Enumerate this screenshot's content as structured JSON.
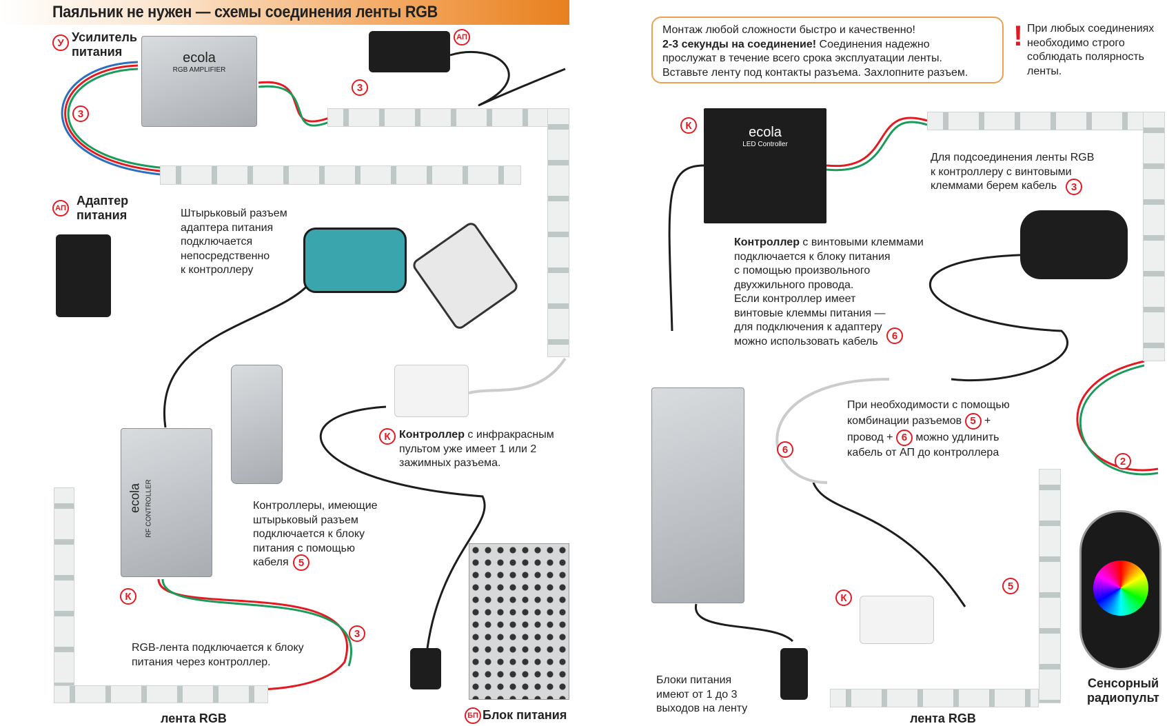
{
  "title": "Паяльник не нужен — схемы соединения ленты RGB",
  "left": {
    "amplifier_label": "Усилитель\nпитания",
    "amplifier_badge": "У",
    "amplifier_brand": "ecola",
    "amplifier_name": "RGB AMPLIFIER",
    "adapter_badge": "АП",
    "adapter_label": "Адаптер\nпитания",
    "cable_badge": "3",
    "pin_text": "Штырьковый разъем\nадаптера питания\nподключается\nнепосредственно\nк контроллеру",
    "rf_brand": "ecola",
    "rf_name": "RF CONTROLLER",
    "ir_badge": "К",
    "ir_title": "Контроллер",
    "ir_text": " с инфракрасным\nпультом уже имеет 1 или 2\nзажимных разъема.",
    "pin_ctrl_text": "Контроллеры, имеющие\nштырьковый разъем\nподключается к блоку\nпитания с помощью\nкабеля",
    "pin_ctrl_badge": "5",
    "rgb_text": "RGB-лента подключается к блоку\nпитания через контроллер.",
    "strip_label": "лента RGB",
    "psu_badge": "БП",
    "psu_label": "Блок питания"
  },
  "right": {
    "info_line1": "Монтаж любой сложности быстро и качественно!",
    "info_bold": "2-3 секунды на соединение!",
    "info_rest": " Соединения надежно\nпрослужат в течение всего срока эксплуатации ленты.\nВставьте ленту под контакты разъема. Захлопните разъем.",
    "warning_mark": "!",
    "warning_text": "При любых соединениях\nнеобходимо строго\nсоблюдать полярность\nленты.",
    "led_brand": "ecola",
    "led_name": "LED Controller",
    "ctrl_badge": "К",
    "connect_text": "Для подсоединения ленты RGB\nк контроллеру с винтовыми\nклеммами берем кабель",
    "connect_badge": "3",
    "screw_title": "Контроллер",
    "screw_text": " с винтовыми клеммами\nподключается к блоку питания\nс помощью произвольного\nдвухжильного провода.\nЕсли контроллер имеет\nвинтовые клеммы питания —\nдля подключения к адаптеру\nможно использовать кабель",
    "screw_badge": "6",
    "extend_text1": "При необходимости с помощью\nкомбинации разъемов",
    "extend_badge5": "5",
    "extend_text2": "провод +",
    "extend_badge6": "6",
    "extend_text3": "можно удлинить\nкабель от АП до контроллера",
    "badge6": "6",
    "badge2": "2",
    "badge5": "5",
    "ir_badge": "К",
    "psu_text": "Блоки питания\nимеют от 1 до 3\nвыходов на ленту",
    "remote_label": "Сенсорный\nрадиопульт",
    "strip_label": "лента RGB"
  }
}
